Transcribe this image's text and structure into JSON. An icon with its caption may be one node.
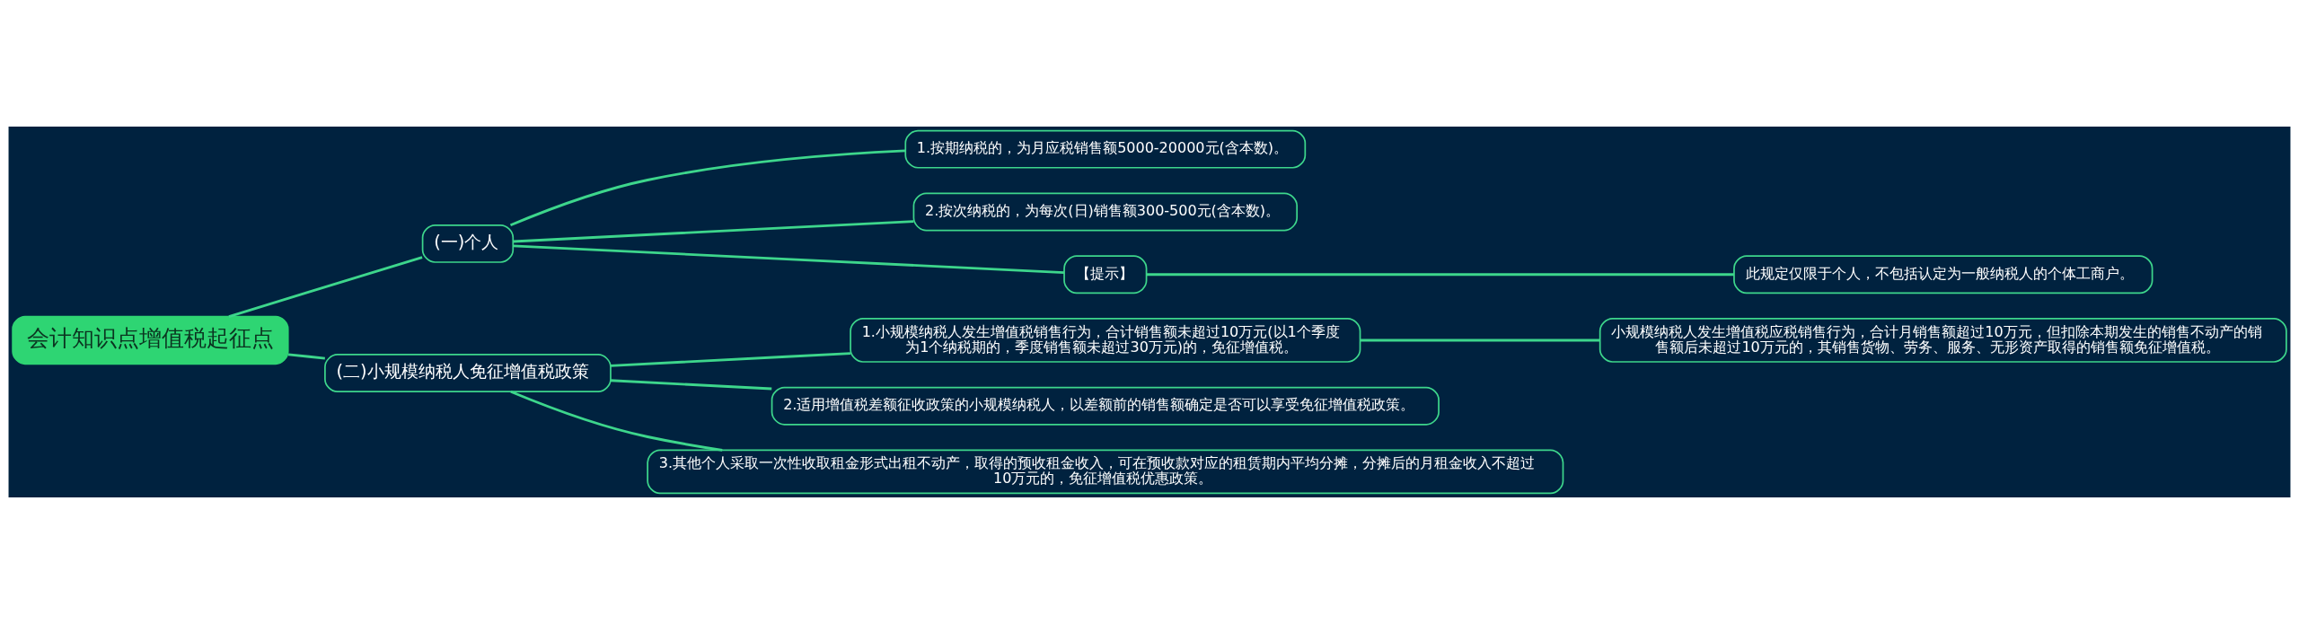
{
  "diagram": {
    "nodes": [
      {
        "text": [
          "会计知识点增值税起征点"
        ]
      },
      {
        "text": [
          "(一)个人"
        ]
      },
      {
        "text": [
          "1.按期纳税的，为月应税销售额5000-20000元(含本数)。"
        ]
      },
      {
        "text": [
          "2.按次纳税的，为每次(日)销售额300-500元(含本数)。"
        ]
      },
      {
        "text": [
          "【提示】"
        ]
      },
      {
        "text": [
          "此规定仅限于个人，不包括认定为一般纳税人的个体工商户。"
        ]
      },
      {
        "text": [
          "(二)小规模纳税人免征增值税政策"
        ]
      },
      {
        "text": [
          "1.小规模纳税人发生增值税销售行为，合计销售额未超过10万元(以1个季度为1个纳税期的，季度销售额未超过30万元)的，免征增值税。"
        ]
      },
      {
        "text": [
          "小规模纳税人发生增值税应税销售行为，合计月销售额超过10万元，但扣除本期发生的销售不动产的销售额后未超过10万元的，其销售货物、劳务、服务、无形资产取得的销售额免征增值税。"
        ]
      },
      {
        "text": [
          "2.适用增值税差额征收政策的小规模纳税人，以差额前的销售额确定是否可以享受免征增值税政策。"
        ]
      },
      {
        "text": [
          "3.其他个人采取一次性收取租金形式出租不动产，取得的预收租金收入，可在预收款对应的租赁期内平均分摊，分摊后的月租金收入不超过10万元的，免征增值税优惠政策。"
        ]
      }
    ],
    "edges": [
      {
        "from": 0,
        "to": 1,
        "arrow": "none"
      },
      {
        "from": 1,
        "to": 2,
        "arrow": "none"
      },
      {
        "from": 1,
        "to": 3,
        "arrow": "none"
      },
      {
        "from": 1,
        "to": 4,
        "arrow": "none"
      },
      {
        "from": 4,
        "to": 5,
        "arrow": "none"
      },
      {
        "from": 0,
        "to": 6,
        "arrow": "none"
      },
      {
        "from": 6,
        "to": 7,
        "arrow": "none"
      },
      {
        "from": 7,
        "to": 8,
        "arrow": "none"
      },
      {
        "from": 6,
        "to": 9,
        "arrow": "none"
      },
      {
        "from": 6,
        "to": 10,
        "arrow": "none"
      }
    ]
  }
}
